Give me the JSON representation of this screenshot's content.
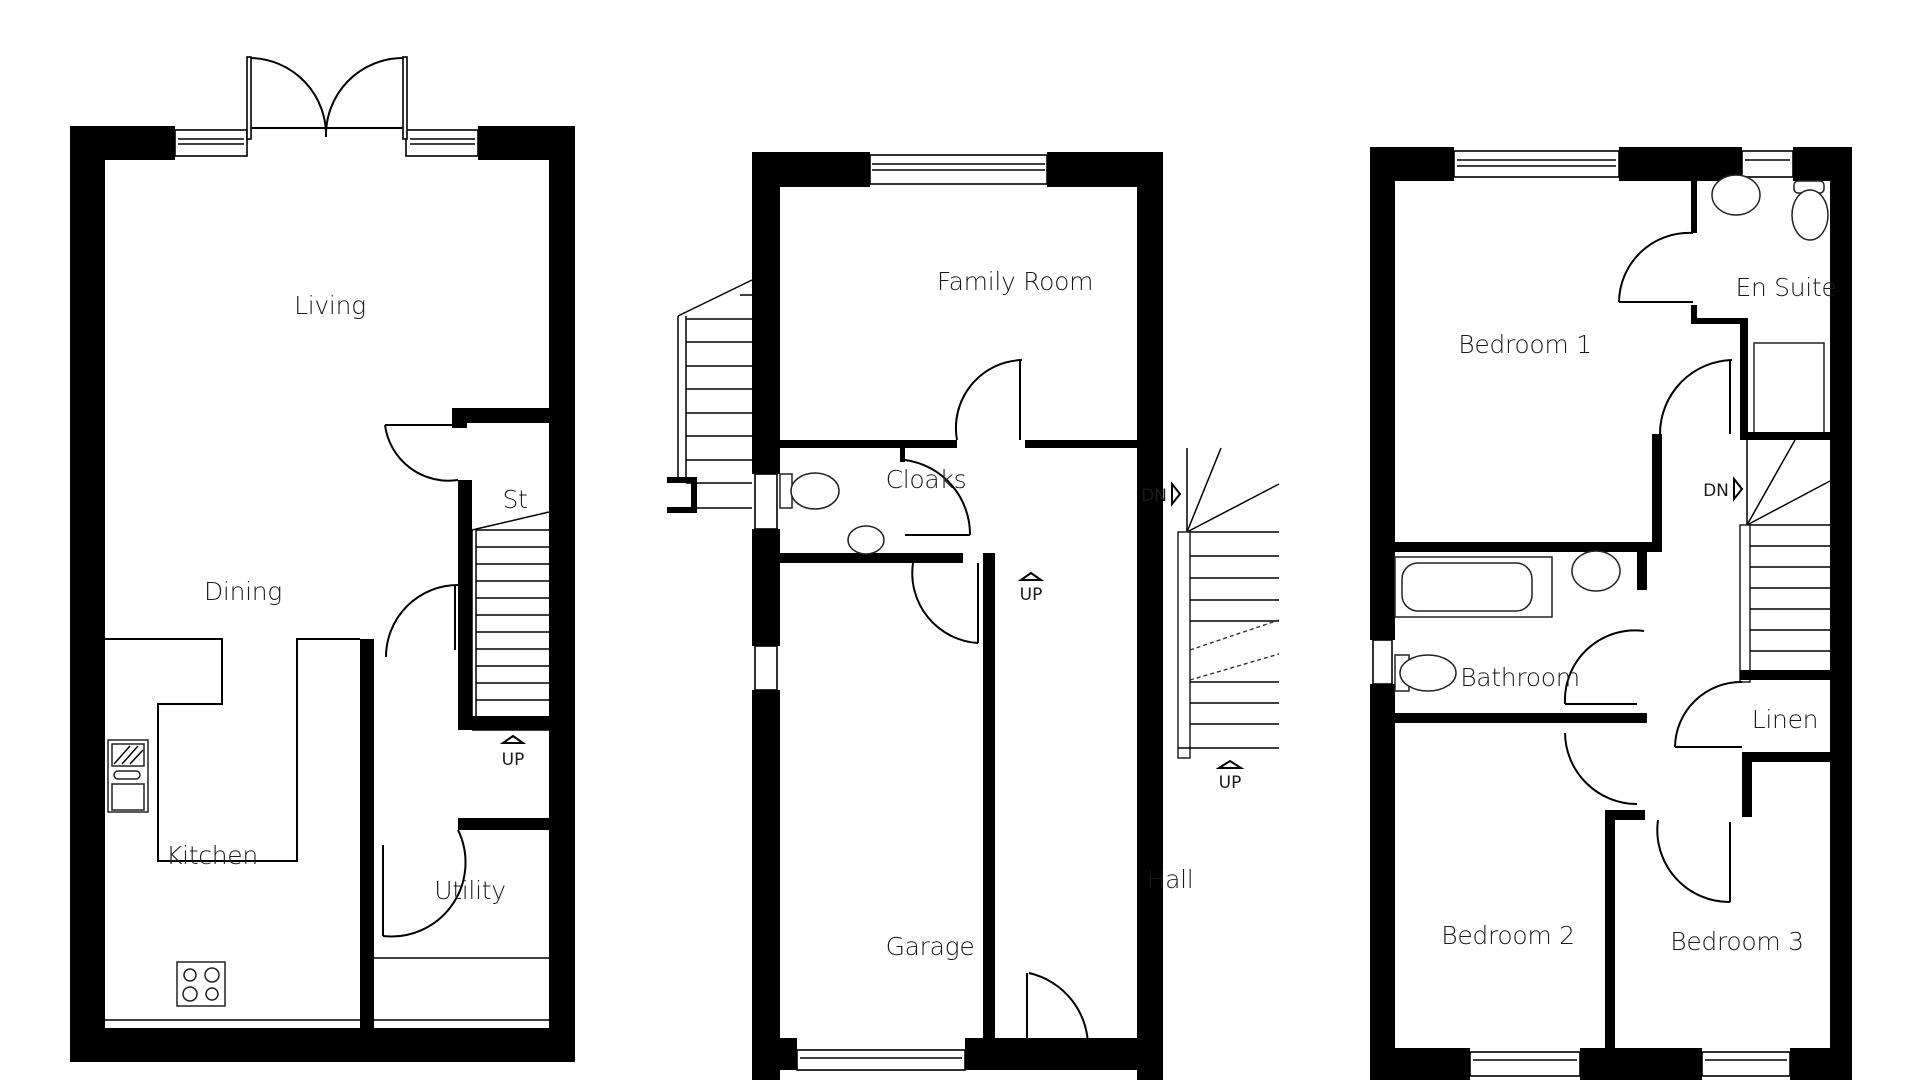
{
  "floors": [
    {
      "name": "ground-floor-rear",
      "rooms": [
        {
          "label": "Living"
        },
        {
          "label": "Dining"
        },
        {
          "label": "Kitchen"
        },
        {
          "label": "Utility"
        },
        {
          "label": "St"
        }
      ],
      "stair_markers": [
        {
          "label": "UP"
        }
      ]
    },
    {
      "name": "ground-floor-front",
      "rooms": [
        {
          "label": "Family Room"
        },
        {
          "label": "Cloaks"
        },
        {
          "label": "Garage"
        },
        {
          "label": "Hall"
        }
      ],
      "stair_markers": [
        {
          "label": "DN"
        },
        {
          "label": "UP"
        },
        {
          "label": "UP"
        }
      ]
    },
    {
      "name": "first-floor",
      "rooms": [
        {
          "label": "Bedroom 1"
        },
        {
          "label": "En Suite"
        },
        {
          "label": "Bathroom"
        },
        {
          "label": "Linen"
        },
        {
          "label": "Bedroom 2"
        },
        {
          "label": "Bedroom 3"
        }
      ],
      "stair_markers": [
        {
          "label": "DN"
        }
      ]
    }
  ],
  "colors": {
    "wall": "#000000",
    "background": "#ffffff",
    "text": "#1a1a1a"
  }
}
